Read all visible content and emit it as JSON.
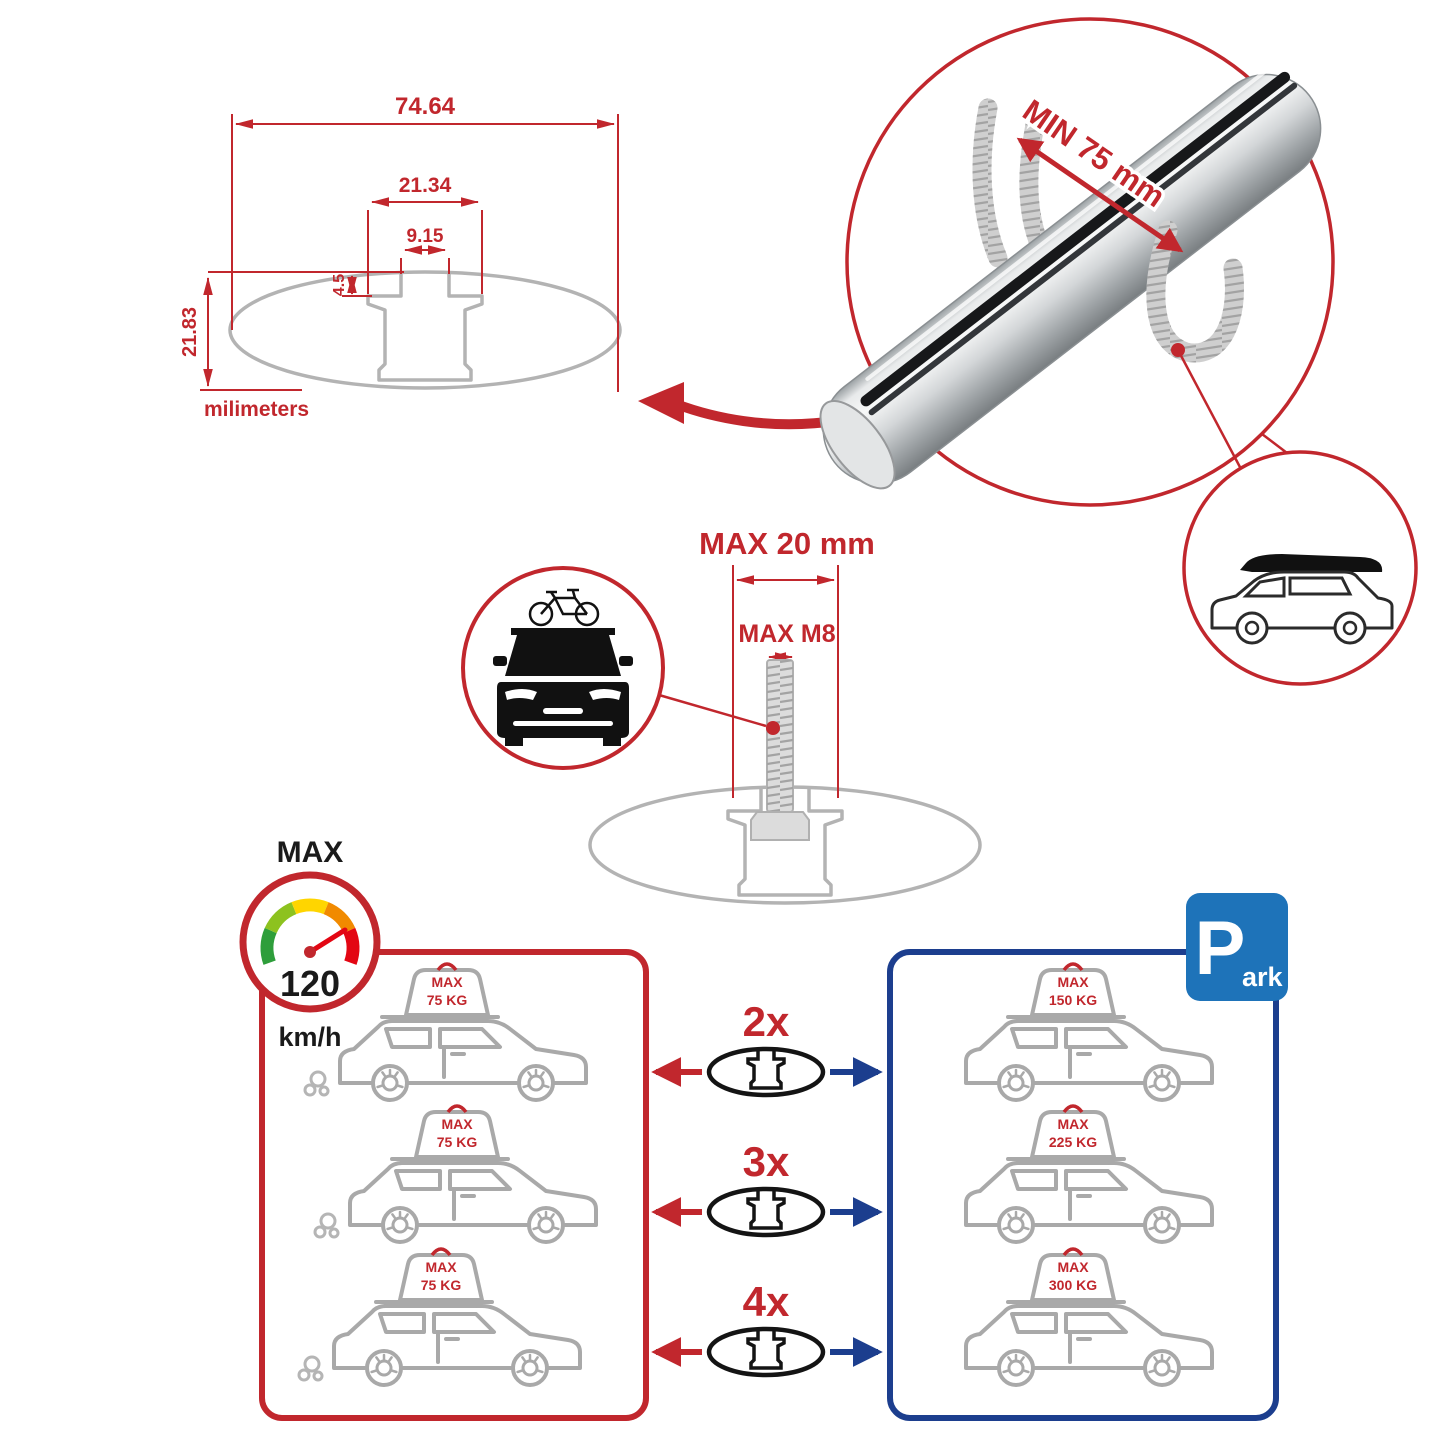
{
  "colors": {
    "accent_red": "#c1272d",
    "gauge_red": "#e30613",
    "panel_blue": "#1c3e8e",
    "sign_blue": "#1e73b9",
    "profile_gray": "#b3b3b3",
    "bar_silver": "#d3d6d8"
  },
  "icons": {
    "speedometer": "dial-gauge-icon",
    "parking": "parking-sign-icon",
    "bike_car": "car-front-with-bike-icon",
    "roofbox_car": "suv-with-roofbox-icon",
    "crossbar": "aluminum-crossbar-render",
    "bar_cross_section": "oval-t-slot-profile-icon"
  },
  "profile_drawing": {
    "width_total": "74.64",
    "slot_outer_width": "21.34",
    "slot_opening_width": "9.15",
    "slot_lip_depth": "4.5",
    "height_total": "21.83",
    "units": "milimeters"
  },
  "clamp_note": {
    "label": "MIN 75 mm"
  },
  "bolt_note": {
    "length": "MAX 20 mm",
    "thread": "MAX M8"
  },
  "speedometer": {
    "title": "MAX",
    "value": "120",
    "unit": "km/h"
  },
  "multipliers": [
    "2x",
    "3x",
    "4x"
  ],
  "parking_sign": {
    "letter": "P",
    "suffix": "ark"
  },
  "dynamic_loads": [
    {
      "max": "MAX",
      "value": "75 KG"
    },
    {
      "max": "MAX",
      "value": "75 KG"
    },
    {
      "max": "MAX",
      "value": "75 KG"
    }
  ],
  "static_loads": [
    {
      "max": "MAX",
      "value": "150 KG"
    },
    {
      "max": "MAX",
      "value": "225 KG"
    },
    {
      "max": "MAX",
      "value": "300 KG"
    }
  ]
}
